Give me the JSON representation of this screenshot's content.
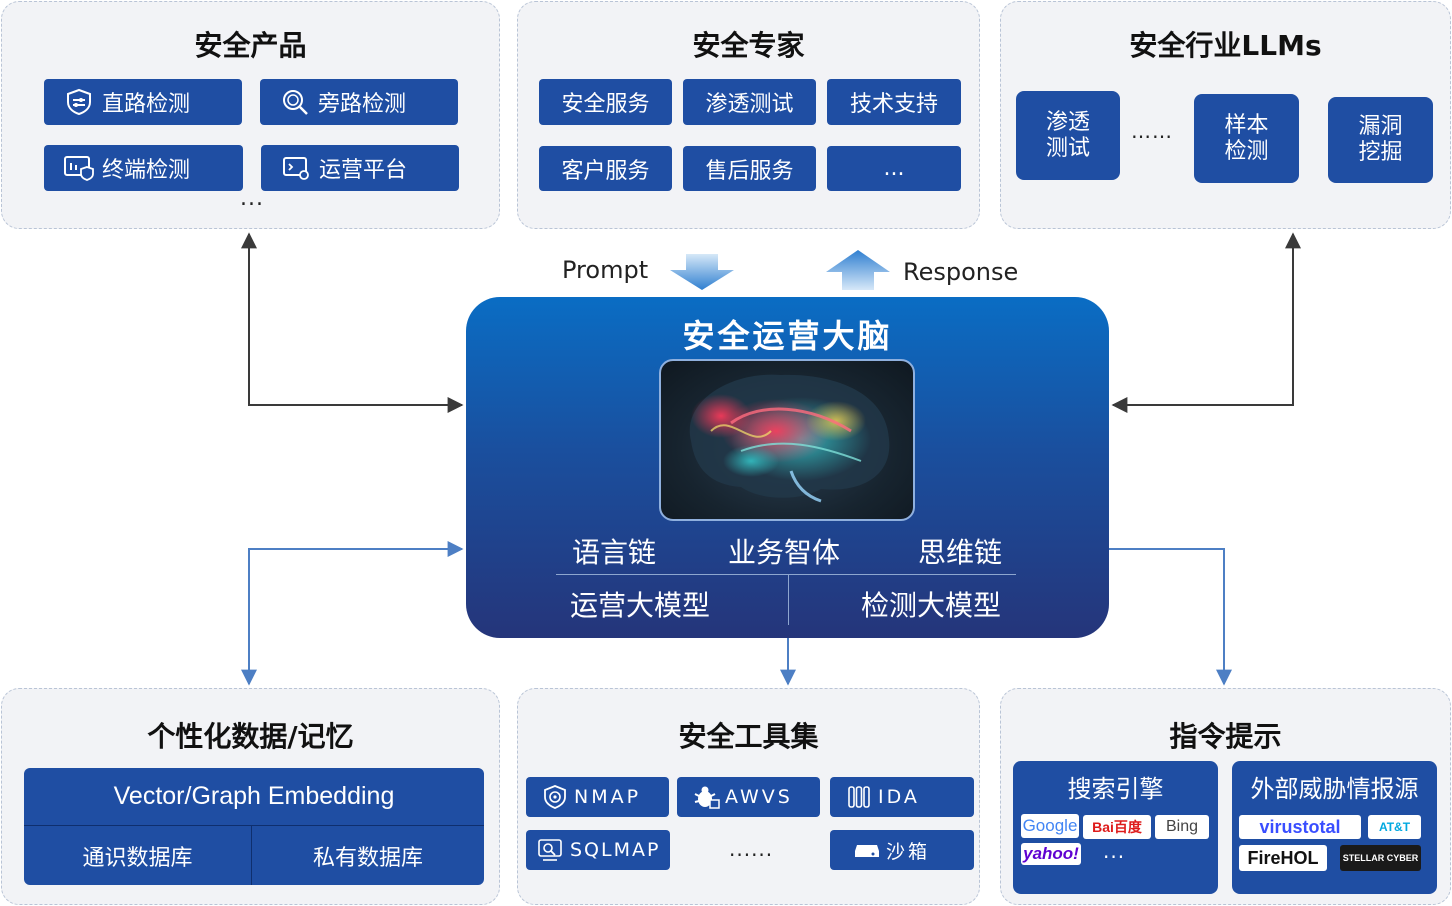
{
  "security_products": {
    "title": "安全产品",
    "items": [
      {
        "label": "直路检测",
        "icon": "shield-settings-icon"
      },
      {
        "label": "旁路检测",
        "icon": "magnifier-icon"
      },
      {
        "label": "终端检测",
        "icon": "terminal-shield-icon"
      },
      {
        "label": "运营平台",
        "icon": "platform-gear-icon"
      }
    ],
    "more": "..."
  },
  "security_experts": {
    "title": "安全专家",
    "items": [
      "安全服务",
      "渗透测试",
      "技术支持",
      "客户服务",
      "售后服务",
      "..."
    ]
  },
  "industry_llms": {
    "title": "安全行业LLMs",
    "items": [
      {
        "line1": "渗透",
        "line2": "测试"
      },
      {
        "line1": "样本",
        "line2": "检测"
      },
      {
        "line1": "漏洞",
        "line2": "挖掘"
      }
    ],
    "more": "……"
  },
  "flow": {
    "prompt": "Prompt",
    "response": "Response"
  },
  "brain": {
    "title": "安全运营大脑",
    "chain_language": "语言链",
    "business_agent": "业务智体",
    "chain_thought": "思维链",
    "ops_model": "运营大模型",
    "detect_model": "检测大模型"
  },
  "personal_data": {
    "title": "个性化数据/记忆",
    "embedding": "Vector/Graph Embedding",
    "common_db": "通识数据库",
    "private_db": "私有数据库"
  },
  "toolset": {
    "title": "安全工具集",
    "tools": [
      {
        "label": "NMAP",
        "icon": "radar-shield-icon"
      },
      {
        "label": "AWVS",
        "icon": "bug-icon"
      },
      {
        "label": "IDA",
        "icon": "binary-icon"
      },
      {
        "label": "SQLMAP",
        "icon": "database-search-icon"
      },
      {
        "label": "沙箱",
        "icon": "sandbox-icon"
      }
    ],
    "more": "......"
  },
  "instruction": {
    "title": "指令提示",
    "search": {
      "title": "搜索引擎",
      "logos": [
        "Google",
        "Bai百度",
        "Bing",
        "yahoo!"
      ],
      "more": "..."
    },
    "threat": {
      "title": "外部威胁情报源",
      "logos": [
        "virustotal",
        "AT&T",
        "FireHOL",
        "STELLAR CYBER"
      ]
    }
  },
  "colors": {
    "button_blue": "#1f4ea3",
    "brain_top": "#0a6dc4",
    "brain_bottom": "#25357a",
    "arrow_dark": "#3a3a3a",
    "arrow_blue": "#4d7fc4"
  }
}
